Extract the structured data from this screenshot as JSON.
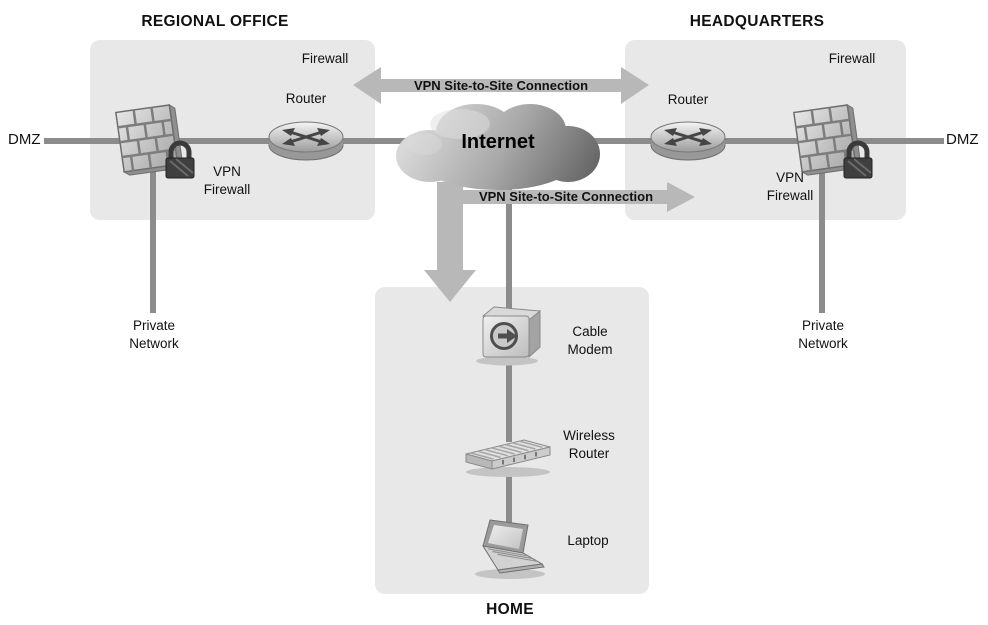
{
  "regional_office": {
    "title": "REGIONAL OFFICE",
    "firewall_label": "Firewall",
    "router_label": "Router",
    "vpn_firewall_label": "VPN\nFirewall",
    "dmz_label": "DMZ",
    "private_network_label": "Private\nNetwork"
  },
  "headquarters": {
    "title": "HEADQUARTERS",
    "firewall_label": "Firewall",
    "router_label": "Router",
    "vpn_firewall_label": "VPN\nFirewall",
    "dmz_label": "DMZ",
    "private_network_label": "Private\nNetwork"
  },
  "internet": {
    "label": "Internet"
  },
  "connections": {
    "vpn_top_label": "VPN Site-to-Site Connection",
    "vpn_bottom_label": "VPN Site-to-Site Connection"
  },
  "home": {
    "title": "HOME",
    "cable_modem_label": "Cable\nModem",
    "wireless_router_label": "Wireless\nRouter",
    "laptop_label": "Laptop"
  },
  "colors": {
    "zone_box": "#e8e8e8",
    "connector_line": "#8c8c8c",
    "vpn_arrow": "#b8b8b8"
  }
}
